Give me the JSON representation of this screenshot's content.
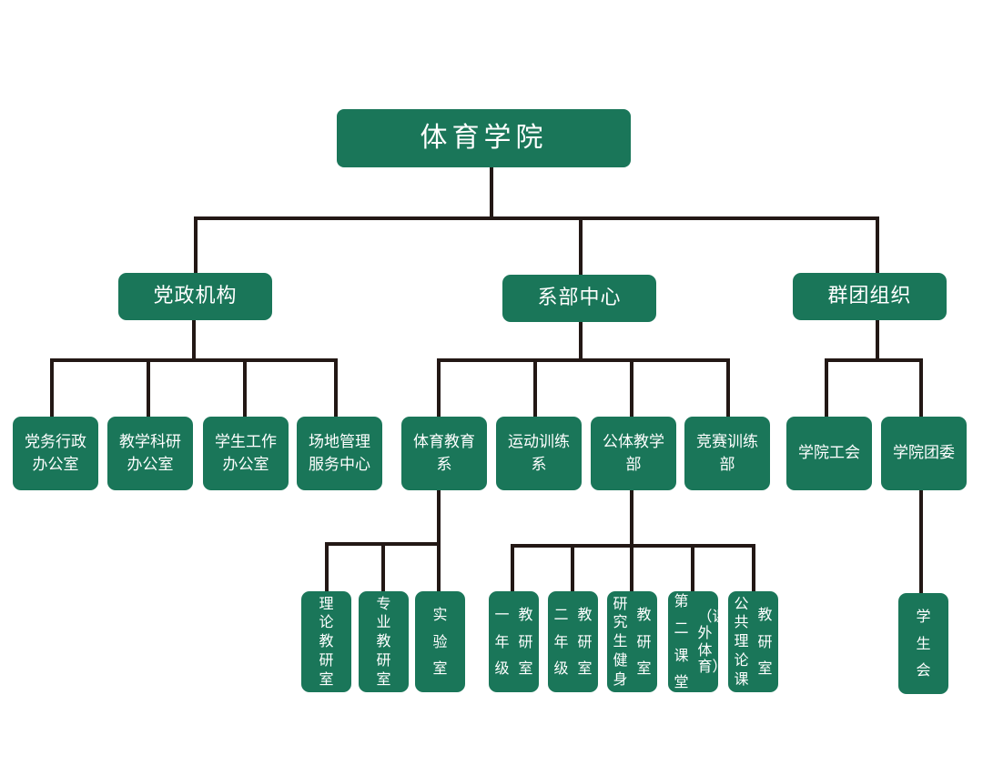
{
  "root": "体育学院",
  "level1": {
    "party": "党政机构",
    "dept": "系部中心",
    "groups": "群团组织"
  },
  "party_units": [
    [
      "党务行政",
      "办公室"
    ],
    [
      "教学科研",
      "办公室"
    ],
    [
      "学生工作",
      "办公室"
    ],
    [
      "场地管理",
      "服务中心"
    ]
  ],
  "dept_units": [
    "体育教育系",
    "运动训练系",
    "公体教学部",
    "竞赛训练部"
  ],
  "group_units": [
    "学院工会",
    "学院团委"
  ],
  "pe_sub": [
    "理论教研室",
    "专业教研室",
    "实验室"
  ],
  "public_sub": [
    [
      "一年级",
      "教研室"
    ],
    [
      "二年级",
      "教研室"
    ],
    [
      "研究生健身",
      "教研室"
    ],
    [
      "第二课堂",
      "（课外体育）"
    ],
    [
      "公共理论课",
      "教研室"
    ]
  ],
  "league_sub": "学生会",
  "colors": {
    "box": "#1a7659",
    "line": "#231815",
    "text": "#ffffff"
  }
}
